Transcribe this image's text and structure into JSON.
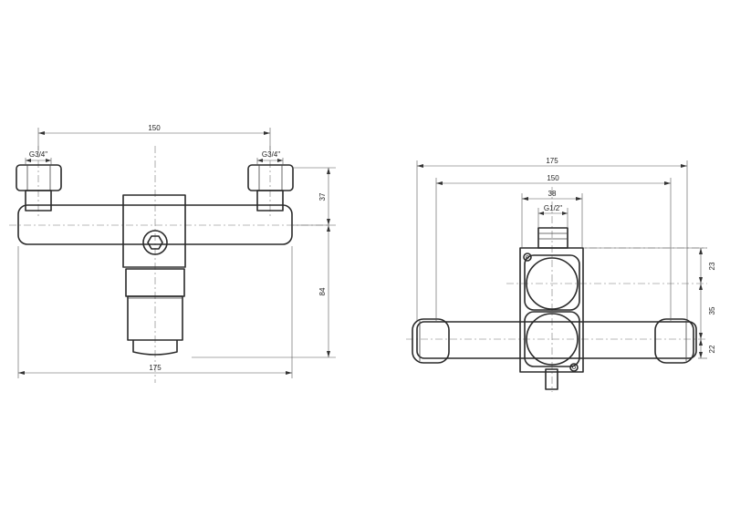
{
  "front_view": {
    "overall_width": "150",
    "inlet_left": "G3/4\"",
    "inlet_right": "G3/4\"",
    "offset_top": "37",
    "height": "84",
    "total_width": "175"
  },
  "side_view": {
    "total_width": "175",
    "body_width": "150",
    "block_width": "38",
    "outlet_thread": "G1/2\"",
    "dim_a": "23",
    "dim_b": "35",
    "dim_c": "22"
  }
}
